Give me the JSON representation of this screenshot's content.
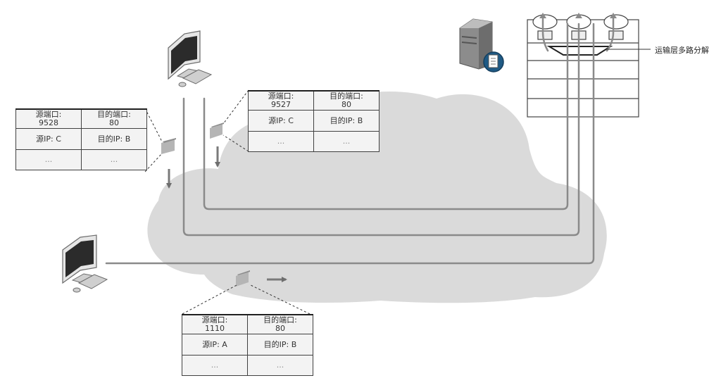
{
  "segments": [
    {
      "id": "seg-c-9528",
      "src_port_label": "源端口:",
      "src_port": "9528",
      "dst_port_label": "目的端口:",
      "dst_port": "80",
      "src_ip": "源IP: C",
      "dst_ip": "目的IP: B",
      "more_left": "...",
      "more_right": "..."
    },
    {
      "id": "seg-c-9527",
      "src_port_label": "源端口:",
      "src_port": "9527",
      "dst_port_label": "目的端口:",
      "dst_port": "80",
      "src_ip": "源IP: C",
      "dst_ip": "目的IP: B",
      "more_left": "...",
      "more_right": "..."
    },
    {
      "id": "seg-a-1110",
      "src_port_label": "源端口:",
      "src_port": "1110",
      "dst_port_label": "目的端口:",
      "dst_port": "80",
      "src_ip": "源IP: A",
      "dst_ip": "目的IP: B",
      "more_left": "...",
      "more_right": "..."
    }
  ],
  "annotation": "运输层多路分解",
  "icons": [
    "computer-icon",
    "server-icon",
    "document-icon",
    "packet-icon",
    "arrow-icon"
  ],
  "colors": {
    "cloud": "#dadada",
    "line": "#8a8a8a",
    "arrow": "#7a7a7a",
    "table_bg": "#f3f3f3",
    "border": "#404040"
  }
}
